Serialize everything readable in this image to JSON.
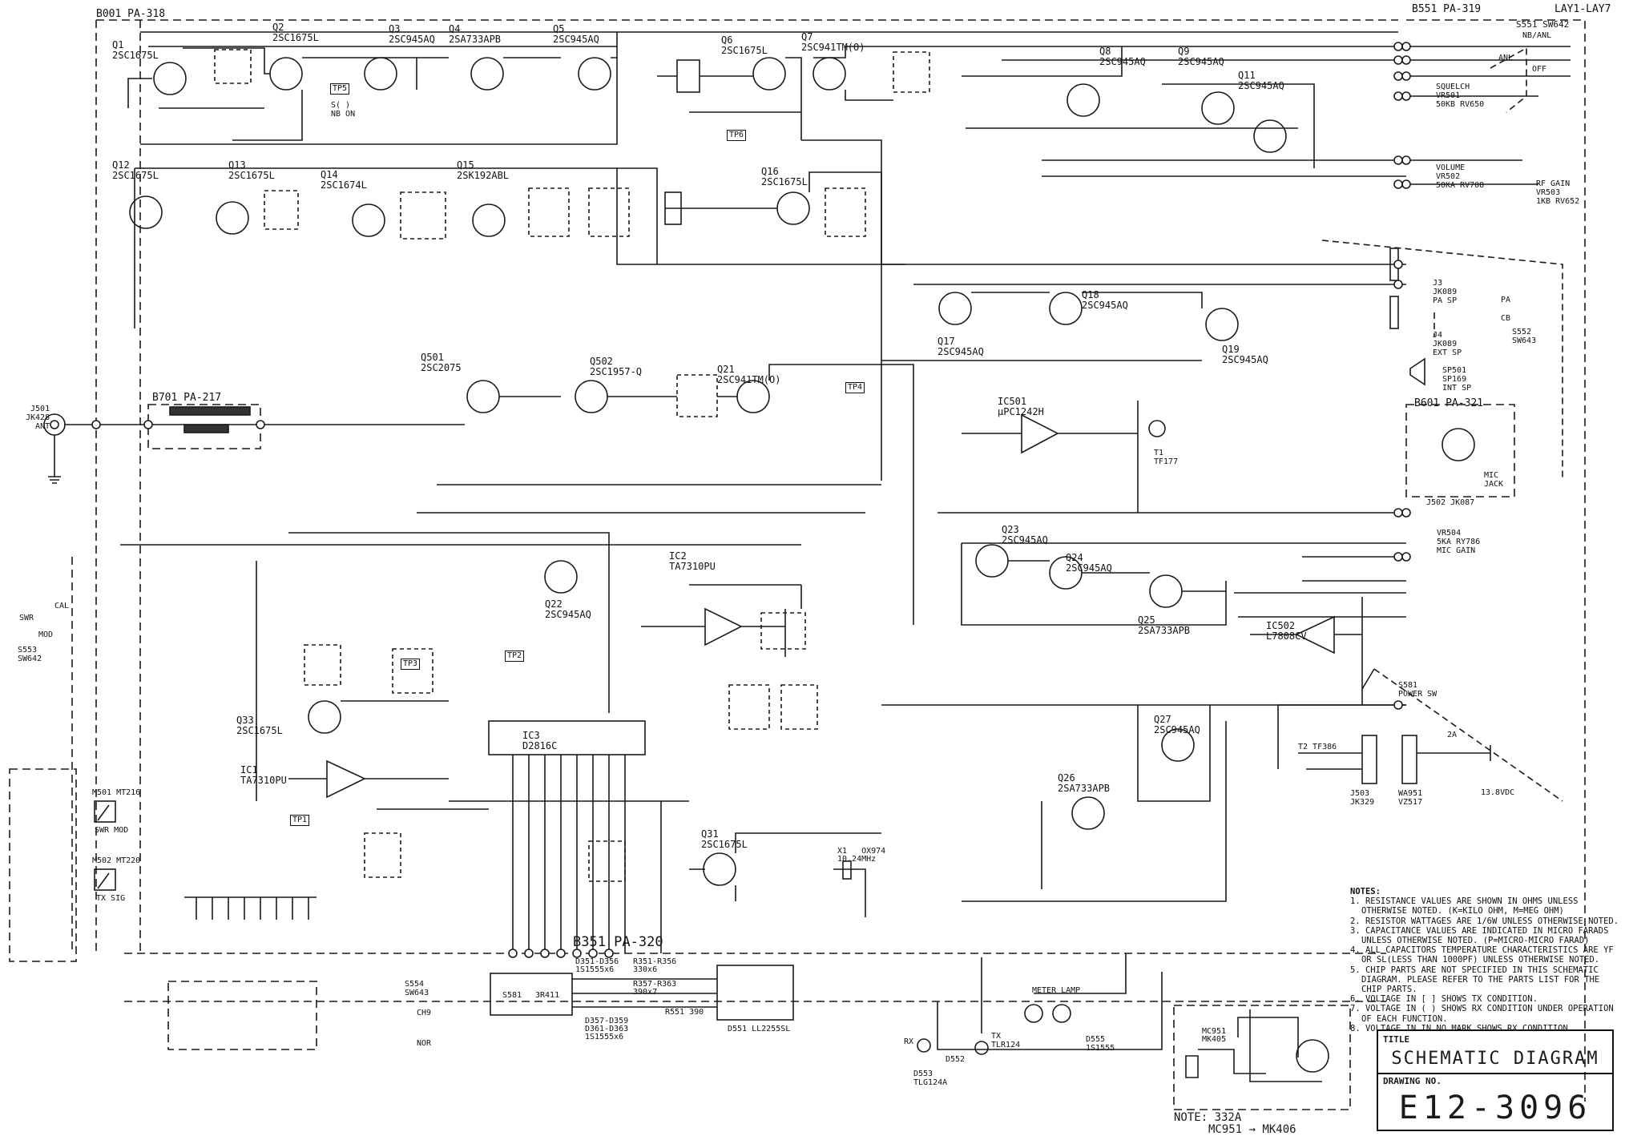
{
  "title_block": {
    "title_label": "TITLE",
    "title": "SCHEMATIC DIAGRAM",
    "drawing_no_label": "DRAWING NO.",
    "drawing_no": "E12-3096"
  },
  "notes": {
    "header": "NOTES:",
    "items": [
      "1. RESISTANCE VALUES ARE SHOWN IN OHMS UNLESS OTHERWISE NOTED. (K=KILO OHM, M=MEG OHM)",
      "2. RESISTOR WATTAGES ARE 1/6W UNLESS OTHERWISE NOTED.",
      "3. CAPACITANCE VALUES ARE INDICATED IN MICRO FARADS UNLESS OTHERWISE NOTED. (P=MICRO-MICRO FARAD)",
      "4. ALL CAPACITORS TEMPERATURE CHARACTERISTICS ARE YF OR SL(LESS THAN 1000PF) UNLESS OTHERWISE NOTED.",
      "5. CHIP PARTS ARE NOT SPECIFIED IN THIS SCHEMATIC DIAGRAM. PLEASE REFER TO THE PARTS LIST FOR THE CHIP PARTS.",
      "6. VOLTAGE IN [ ] SHOWS TX CONDITION.",
      "7. VOLTAGE IN ( ) SHOWS RX CONDITION UNDER OPERATION OF EACH FUNCTION.",
      "8. VOLTAGE IN IN NO MARK SHOWS RX CONDITION."
    ]
  },
  "boards": {
    "b001": "B001   PA-318",
    "b551": "B551   PA-319",
    "lay": "LAY1-LAY7",
    "b701": "B701  PA-217",
    "b601": "B601  PA-321",
    "b351": "B351  PA-320"
  },
  "mic_note": {
    "line1": "NOTE: 332A",
    "line2": "MC951 → MK406",
    "mic": "MC951\nMK405"
  },
  "components": [
    {
      "ref": "Q1",
      "part": "2SC1675L"
    },
    {
      "ref": "Q2",
      "part": "2SC1675L"
    },
    {
      "ref": "Q3",
      "part": "2SC945AQ"
    },
    {
      "ref": "Q4",
      "part": "2SA733APB"
    },
    {
      "ref": "Q5",
      "part": "2SC945AQ"
    },
    {
      "ref": "Q6",
      "part": "2SC1675L"
    },
    {
      "ref": "Q7",
      "part": "2SC941TM(O)"
    },
    {
      "ref": "Q8",
      "part": "2SC945AQ"
    },
    {
      "ref": "Q9",
      "part": "2SC945AQ"
    },
    {
      "ref": "Q11",
      "part": "2SC945AQ"
    },
    {
      "ref": "Q12",
      "part": "2SC1675L"
    },
    {
      "ref": "Q13",
      "part": "2SC1675L"
    },
    {
      "ref": "Q14",
      "part": "2SC1674L"
    },
    {
      "ref": "Q15",
      "part": "2SK192ABL"
    },
    {
      "ref": "Q16",
      "part": "2SC1675L"
    },
    {
      "ref": "Q17",
      "part": "2SC945AQ"
    },
    {
      "ref": "Q18",
      "part": "2SC945AQ"
    },
    {
      "ref": "Q19",
      "part": "2SC945AQ"
    },
    {
      "ref": "Q21",
      "part": "2SC941TM(O)"
    },
    {
      "ref": "Q22",
      "part": "2SC945AQ"
    },
    {
      "ref": "Q23",
      "part": "2SC945AQ"
    },
    {
      "ref": "Q24",
      "part": "2SC945AQ"
    },
    {
      "ref": "Q25",
      "part": "2SA733APB"
    },
    {
      "ref": "Q26",
      "part": "2SA733APB"
    },
    {
      "ref": "Q27",
      "part": "2SC945AQ"
    },
    {
      "ref": "Q31",
      "part": "2SC1675L"
    },
    {
      "ref": "Q33",
      "part": "2SC1675L"
    },
    {
      "ref": "Q501",
      "part": "2SC2075"
    },
    {
      "ref": "Q502",
      "part": "2SC1957-Q"
    },
    {
      "ref": "IC1",
      "part": "TA7310PU"
    },
    {
      "ref": "IC2",
      "part": "TA7310PU"
    },
    {
      "ref": "IC3",
      "part": "D2816C"
    },
    {
      "ref": "IC501",
      "part": "μPC1242H"
    },
    {
      "ref": "IC502",
      "part": "L7808CV"
    }
  ],
  "controls": {
    "s551": "S551  SW642",
    "nb_anl": "NB/ANL",
    "anl": "ANL",
    "off": "OFF",
    "squelch": "SQUELCH\nVR501\n50KB RV650",
    "volume": "VOLUME\nVR502\n50KA RV708",
    "rf_gain": "RF GAIN\nVR503\n1KB RV652",
    "j3": "J3\nJK089\nPA SP",
    "j4": "J4\nJK089\nEXT SP",
    "sp501": "SP501\nSP169\nINT SP",
    "s552": "S552\nSW643",
    "pa": "PA",
    "cb": "CB",
    "mic_jack": "MIC\nJACK",
    "j502": "J502   JK087",
    "vr504": "VR504\n5KA RY786\nMIC GAIN",
    "s581": "S581\nPOWER SW",
    "j503": "J503\nJK329",
    "wa951": "WA951\nVZ517",
    "v138": "13.8VDC",
    "fuse": "2A",
    "ant": "J501\nJK428\nANT",
    "m501": "M501   MT216",
    "swr_mod": "SWR  MOD",
    "m502": "M502   MT220",
    "tx_sig": "TX SIG",
    "s553": "S553\nSW642",
    "cal": "CAL",
    "swr": "SWR",
    "mod": "MOD",
    "s554": "S554\nSW643",
    "ch9": "CH9",
    "nor": "NOR",
    "meter_lamp": "METER LAMP",
    "d551": "D551  LL2255SL",
    "d552": "D552",
    "tx_led": "TX\nTLR124",
    "rx_led": "RX",
    "d553": "D553\nTLG124A",
    "d555": "D555\n1S1555",
    "s581ic": "S581  3R411",
    "ic_s581": "S581",
    "ic_3r411": "3R411",
    "d351": "D351-D356\n1S1555x6",
    "r351": "R351-R356\n330x6",
    "r357": "R357-R363\n390x7",
    "d357": "D357-D359\nD361-D363\n1S1555x6",
    "r551": "R551   390",
    "t2": "T2   TF386",
    "t1": "T1\nTF177",
    "x1": "X1   OX974\n10.24MHz",
    "tp1": "TP1",
    "tp2": "TP2",
    "tp3": "TP3",
    "tp4": "TP4",
    "tp5": "TP5",
    "tp6": "TP6",
    "nb_on": "S( )\nNB ON"
  },
  "colors": {
    "ink": "#1a1a1a",
    "paper": "#ffffff"
  }
}
